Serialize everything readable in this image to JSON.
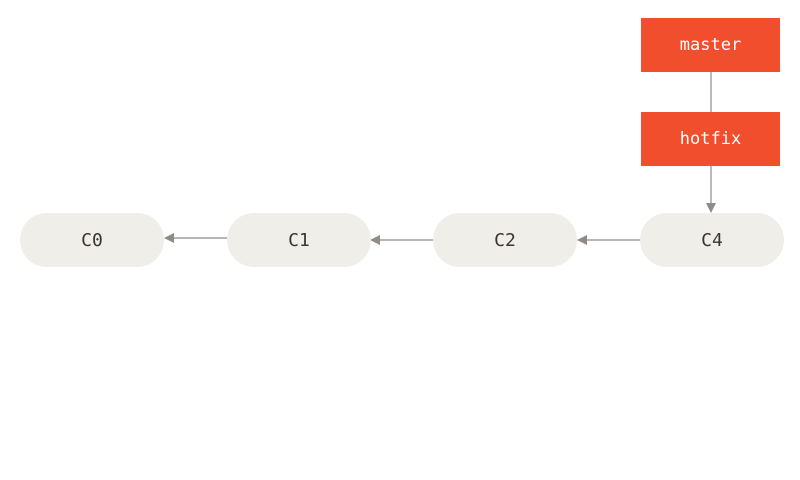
{
  "commits": [
    {
      "id": "c0",
      "label": "C0"
    },
    {
      "id": "c1",
      "label": "C1"
    },
    {
      "id": "c2",
      "label": "C2"
    },
    {
      "id": "c4",
      "label": "C4"
    }
  ],
  "branches": [
    {
      "id": "master",
      "label": "master"
    },
    {
      "id": "hotfix",
      "label": "hotfix"
    }
  ],
  "colors": {
    "branch_fill": "#f14e2e",
    "commit_fill": "#efeee8",
    "connector": "#8f8b85"
  }
}
